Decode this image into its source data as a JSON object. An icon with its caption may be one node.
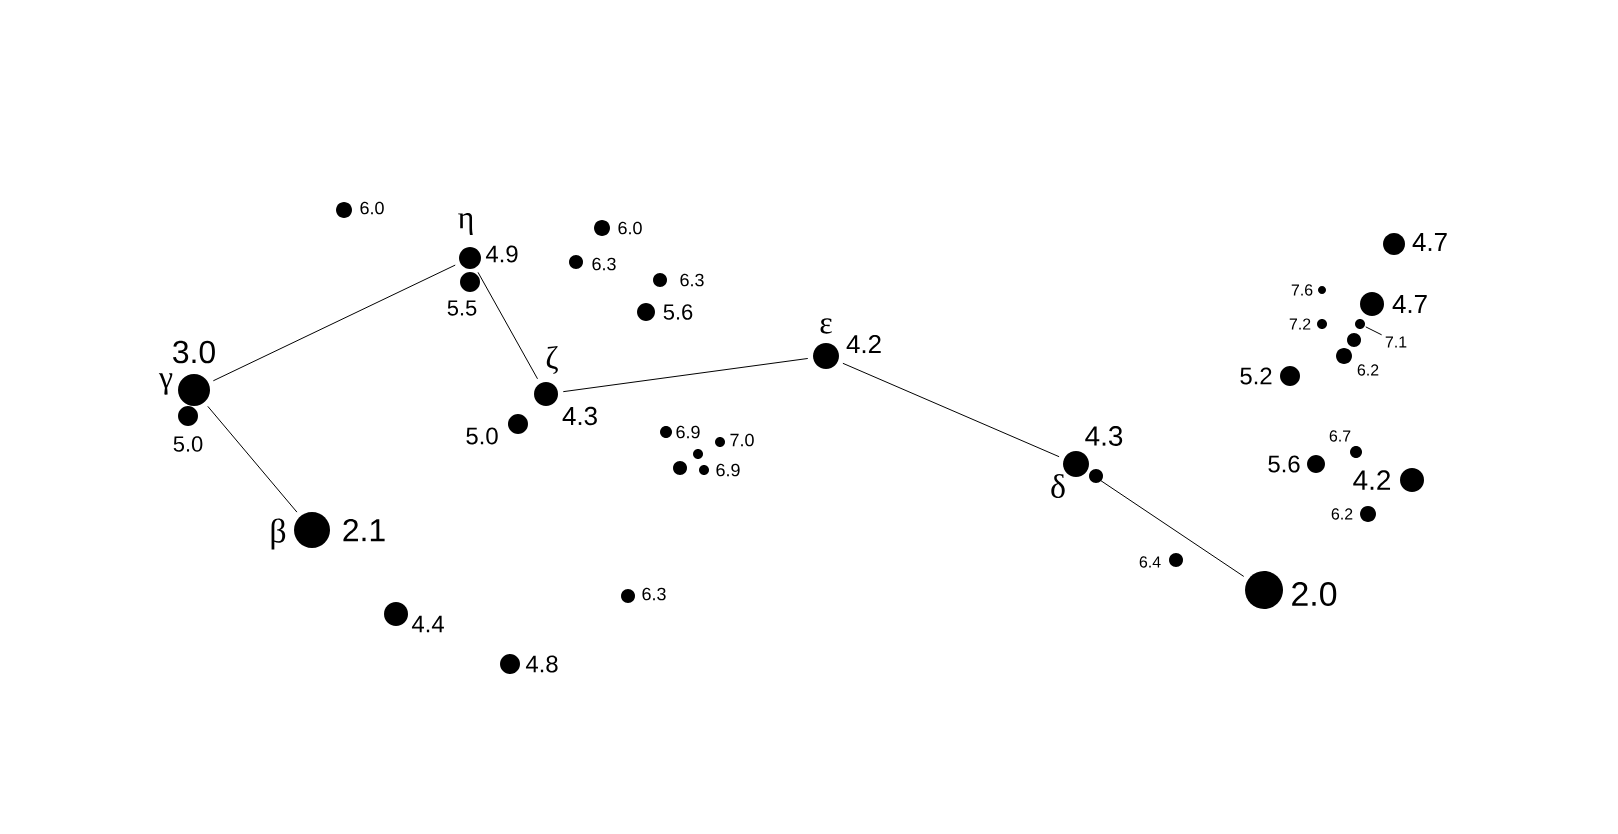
{
  "diagram": {
    "nodes": [
      {
        "text": [],
        "shape": "circle",
        "beside": [
          "5.0"
        ]
      },
      {
        "text": [],
        "shape": "circle",
        "beside": [
          "γ",
          "3.0"
        ]
      },
      {
        "text": [],
        "shape": "circle",
        "beside": [
          "β",
          "2.1"
        ]
      },
      {
        "text": [],
        "shape": "circle",
        "beside": [
          "6.0"
        ]
      },
      {
        "text": [],
        "shape": "circle",
        "beside": [
          "4.4"
        ]
      },
      {
        "text": [],
        "shape": "circle",
        "beside": [
          "η",
          "4.9"
        ]
      },
      {
        "text": [],
        "shape": "circle",
        "beside": [
          "5.5"
        ]
      },
      {
        "text": [],
        "shape": "circle",
        "beside": [
          "4.8"
        ]
      },
      {
        "text": [],
        "shape": "circle",
        "beside": [
          "5.0"
        ]
      },
      {
        "text": [],
        "shape": "circle",
        "beside": [
          "ζ",
          "4.3"
        ]
      },
      {
        "text": [],
        "shape": "circle",
        "beside": [
          "6.3"
        ]
      },
      {
        "text": [],
        "shape": "circle",
        "beside": [
          "6.0"
        ]
      },
      {
        "text": [],
        "shape": "circle",
        "beside": [
          "6.3"
        ]
      },
      {
        "text": [],
        "shape": "circle",
        "beside": [
          "5.6"
        ]
      },
      {
        "text": [],
        "shape": "circle",
        "beside": [
          "6.3"
        ]
      },
      {
        "text": [],
        "shape": "circle",
        "beside": [
          "6.9"
        ]
      },
      {
        "text": [],
        "shape": "circle"
      },
      {
        "text": [],
        "shape": "circle"
      },
      {
        "text": [],
        "shape": "circle",
        "beside": [
          "6.9"
        ]
      },
      {
        "text": [],
        "shape": "circle",
        "beside": [
          "7.0"
        ]
      },
      {
        "text": [],
        "shape": "circle",
        "beside": [
          "ε",
          "4.2"
        ]
      },
      {
        "text": [],
        "shape": "circle",
        "beside": [
          "4.3",
          "δ"
        ]
      },
      {
        "text": [],
        "shape": "circle"
      },
      {
        "text": [],
        "shape": "circle",
        "beside": [
          "6.4"
        ]
      },
      {
        "text": [],
        "shape": "circle",
        "beside": [
          "2.0"
        ]
      },
      {
        "text": [],
        "shape": "circle",
        "beside": [
          "5.2"
        ]
      },
      {
        "text": [],
        "shape": "circle",
        "beside": [
          "5.6"
        ]
      },
      {
        "text": [],
        "shape": "circle",
        "beside": [
          "7.6"
        ]
      },
      {
        "text": [],
        "shape": "circle",
        "beside": [
          "7.2"
        ]
      },
      {
        "text": [],
        "shape": "circle",
        "beside": [
          "6.2"
        ]
      },
      {
        "text": [],
        "shape": "circle"
      },
      {
        "text": [],
        "shape": "circle",
        "beside": [
          "6.7"
        ]
      },
      {
        "text": [],
        "shape": "circle"
      },
      {
        "text": [],
        "shape": "circle",
        "beside": [
          "6.2"
        ]
      },
      {
        "text": [],
        "shape": "circle",
        "beside": [
          "4.7"
        ]
      },
      {
        "text": [],
        "shape": "circle",
        "beside": [
          "4.7"
        ]
      },
      {
        "text": [],
        "shape": "circle",
        "beside": [
          "4.2"
        ]
      },
      {
        "text": [
          "7.1"
        ]
      }
    ],
    "edges": [
      {
        "from": 1,
        "to": 5,
        "arrow": "none"
      },
      {
        "from": 5,
        "to": 9,
        "arrow": "none"
      },
      {
        "from": 9,
        "to": 20,
        "arrow": "none"
      },
      {
        "from": 20,
        "to": 21,
        "arrow": "none"
      },
      {
        "from": 21,
        "to": 24,
        "arrow": "none"
      },
      {
        "from": 1,
        "to": 2,
        "arrow": "none"
      },
      {
        "from": 37,
        "to": 32,
        "arrow": "none"
      }
    ]
  }
}
